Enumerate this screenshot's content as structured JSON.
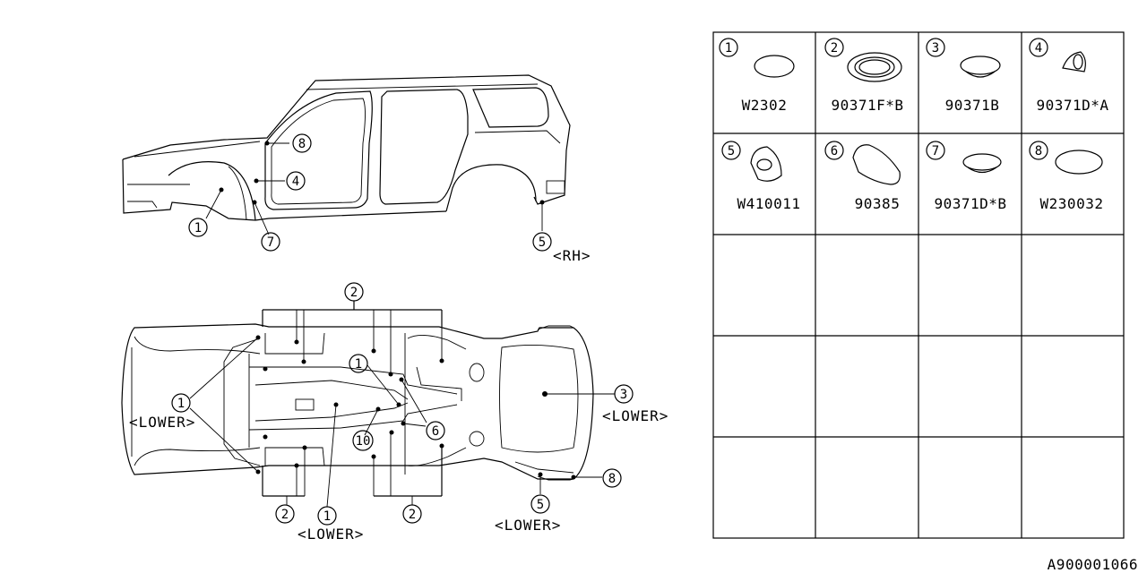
{
  "labels": {
    "rh": "<RH>",
    "lower": "<LOWER>"
  },
  "callouts": {
    "c1": "1",
    "c2": "2",
    "c3": "3",
    "c4": "4",
    "c5": "5",
    "c6": "6",
    "c7": "7",
    "c8": "8",
    "c10": "10"
  },
  "parts": [
    {
      "index": "1",
      "number": "W2302"
    },
    {
      "index": "2",
      "number": "90371F*B"
    },
    {
      "index": "3",
      "number": "90371B"
    },
    {
      "index": "4",
      "number": "90371D*A"
    },
    {
      "index": "5",
      "number": "W410011"
    },
    {
      "index": "6",
      "number": "90385"
    },
    {
      "index": "7",
      "number": "90371D*B"
    },
    {
      "index": "8",
      "number": "W230032"
    }
  ],
  "diagram_id": "A900001066"
}
